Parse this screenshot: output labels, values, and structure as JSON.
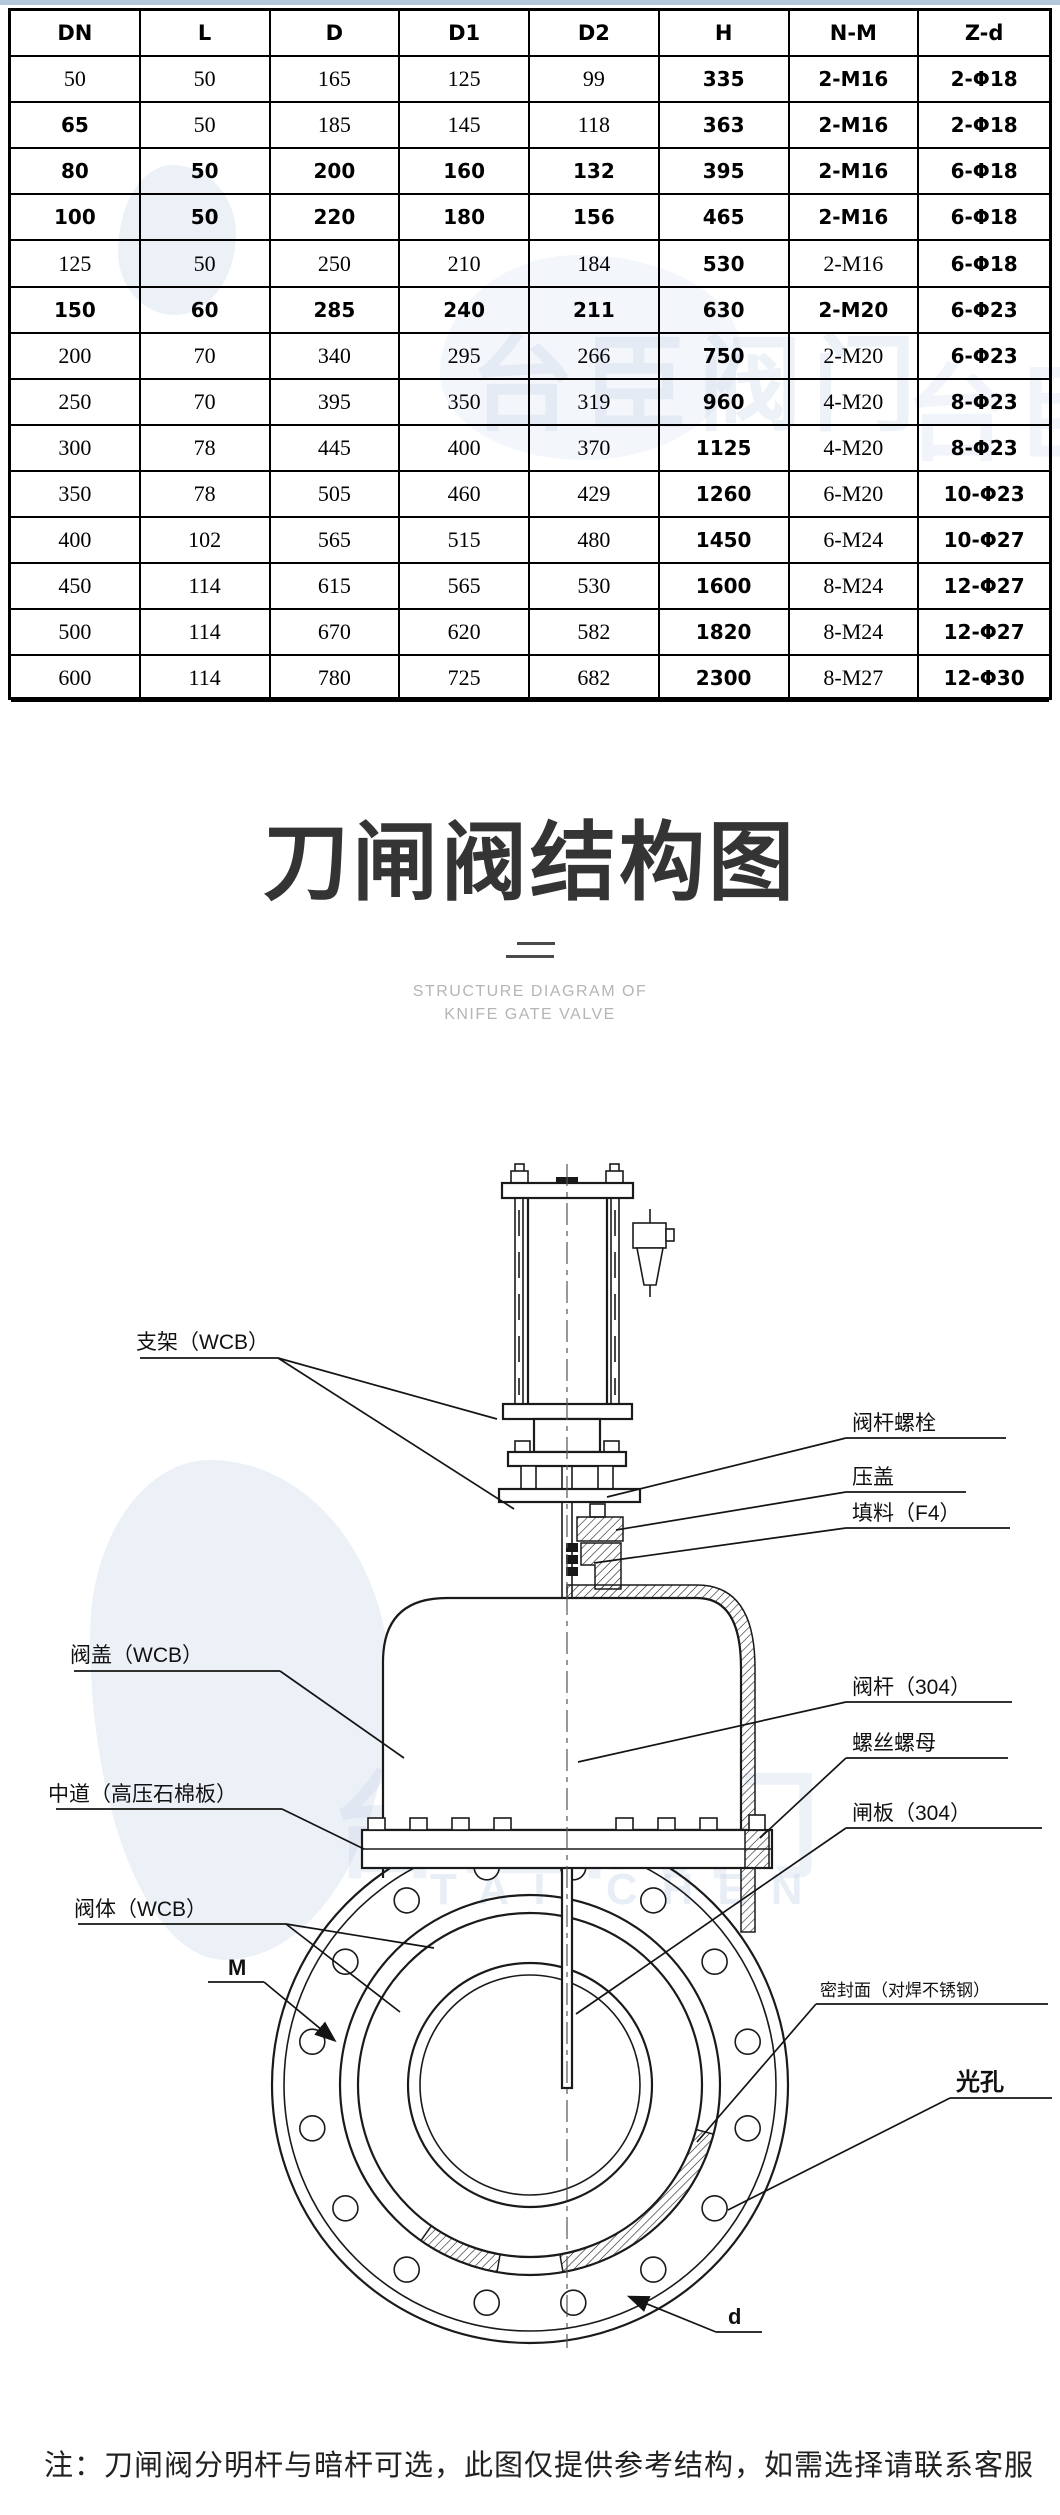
{
  "page": {
    "background": "#ffffff",
    "top_strip_color": "#b5c7da"
  },
  "spec_table": {
    "headers": [
      "DN",
      "L",
      "D",
      "D1",
      "D2",
      "H",
      "N-M",
      "Z-d"
    ],
    "rows": [
      [
        "50",
        "50",
        "165",
        "125",
        "99",
        "335",
        "2-M16",
        "2-Φ18"
      ],
      [
        "65",
        "50",
        "185",
        "145",
        "118",
        "363",
        "2-M16",
        "2-Φ18"
      ],
      [
        "80",
        "50",
        "200",
        "160",
        "132",
        "395",
        "2-M16",
        "6-Φ18"
      ],
      [
        "100",
        "50",
        "220",
        "180",
        "156",
        "465",
        "2-M16",
        "6-Φ18"
      ],
      [
        "125",
        "50",
        "250",
        "210",
        "184",
        "530",
        "2-M16",
        "6-Φ18"
      ],
      [
        "150",
        "60",
        "285",
        "240",
        "211",
        "630",
        "2-M20",
        "6-Φ23"
      ],
      [
        "200",
        "70",
        "340",
        "295",
        "266",
        "750",
        "2-M20",
        "6-Φ23"
      ],
      [
        "250",
        "70",
        "395",
        "350",
        "319",
        "960",
        "4-M20",
        "8-Φ23"
      ],
      [
        "300",
        "78",
        "445",
        "400",
        "370",
        "1125",
        "4-M20",
        "8-Φ23"
      ],
      [
        "350",
        "78",
        "505",
        "460",
        "429",
        "1260",
        "6-M20",
        "10-Φ23"
      ],
      [
        "400",
        "102",
        "565",
        "515",
        "480",
        "1450",
        "6-M24",
        "10-Φ27"
      ],
      [
        "450",
        "114",
        "615",
        "565",
        "530",
        "1600",
        "8-M24",
        "12-Φ27"
      ],
      [
        "500",
        "114",
        "670",
        "620",
        "582",
        "1820",
        "8-M24",
        "12-Φ27"
      ],
      [
        "600",
        "114",
        "780",
        "725",
        "682",
        "2300",
        "8-M27",
        "12-Φ30"
      ]
    ]
  },
  "title_section": {
    "title": "刀闸阀结构图",
    "subtitle_line1": "STRUCTURE DIAGRAM OF",
    "subtitle_line2": "KNIFE GATE VALVE"
  },
  "diagram": {
    "labels": {
      "bracket": "支架（WCB）",
      "stem_bolt": "阀杆螺栓",
      "gland": "压盖",
      "packing": "填料（F4）",
      "bonnet": "阀盖（WCB）",
      "stem": "阀杆（304）",
      "screw_nut": "螺丝螺母",
      "gate": "闸板（304）",
      "mid_gasket": "中道（高压石棉板）",
      "body": "阀体（WCB）",
      "seal_face": "密封面（对焊不锈钢）",
      "dim_m": "M",
      "plain_hole": "光孔",
      "dim_d": "d"
    }
  },
  "note": "注：刀闸阀分明杆与暗杆可选，此图仅提供参考结构，如需选择请联系客服",
  "watermark": {
    "cn": "台臣阀门",
    "en": "TAI CHEN"
  }
}
